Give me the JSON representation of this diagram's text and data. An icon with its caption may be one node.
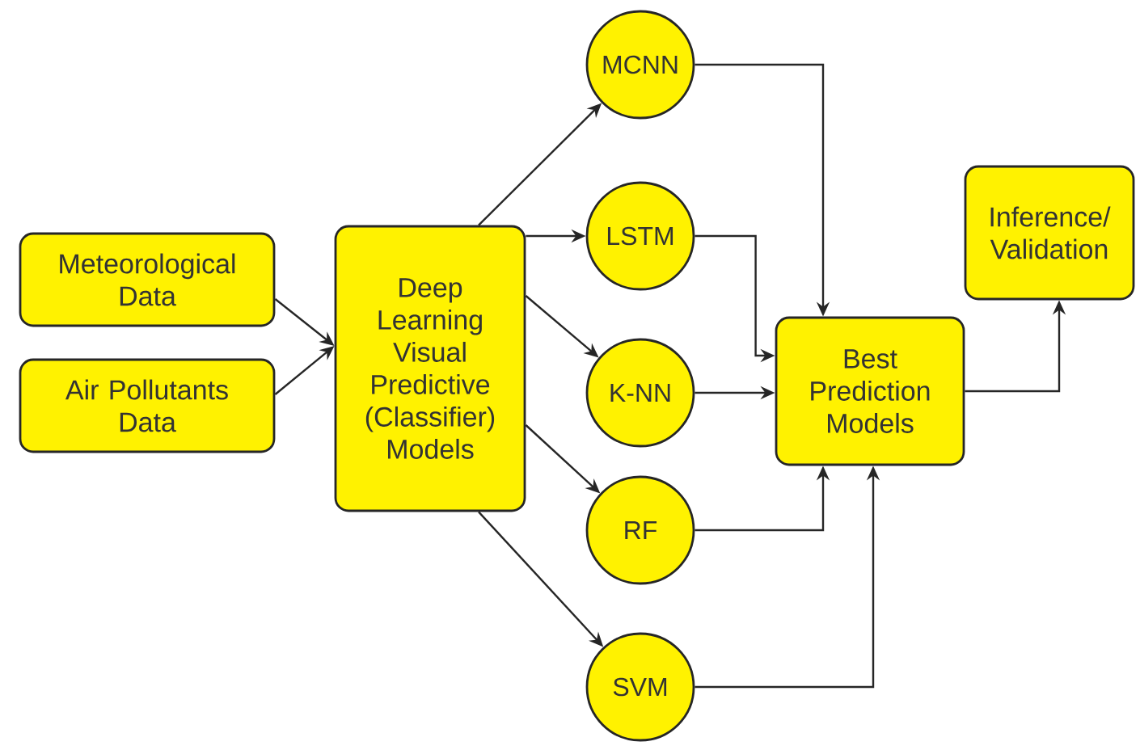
{
  "diagram": {
    "nodes": [
      {
        "text": [
          "Meteorological Data"
        ]
      },
      {
        "text": [
          "Air Pollutants Data"
        ]
      },
      {
        "text": [
          "Deep Learning Visual Predictive (Classifier) Models"
        ]
      },
      {
        "text": [
          "MCNN"
        ]
      },
      {
        "text": [
          "LSTM"
        ]
      },
      {
        "text": [
          "K-NN"
        ]
      },
      {
        "text": [
          "RF"
        ]
      },
      {
        "text": [
          "SVM"
        ]
      },
      {
        "text": [
          "Best Prediction Models"
        ]
      },
      {
        "text": [
          "Inference/ Validation"
        ]
      }
    ],
    "edges": [
      {
        "from": 0,
        "to": 2,
        "arrow": "to"
      },
      {
        "from": 1,
        "to": 2,
        "arrow": "to"
      },
      {
        "from": 2,
        "to": 3,
        "arrow": "to"
      },
      {
        "from": 2,
        "to": 4,
        "arrow": "to"
      },
      {
        "from": 2,
        "to": 5,
        "arrow": "to"
      },
      {
        "from": 2,
        "to": 6,
        "arrow": "to"
      },
      {
        "from": 2,
        "to": 7,
        "arrow": "to"
      },
      {
        "from": 3,
        "to": 8,
        "arrow": "to"
      },
      {
        "from": 4,
        "to": 8,
        "arrow": "to"
      },
      {
        "from": 5,
        "to": 8,
        "arrow": "to"
      },
      {
        "from": 6,
        "to": 8,
        "arrow": "to"
      },
      {
        "from": 7,
        "to": 8,
        "arrow": "to"
      },
      {
        "from": 8,
        "to": 9,
        "arrow": "to"
      }
    ]
  }
}
